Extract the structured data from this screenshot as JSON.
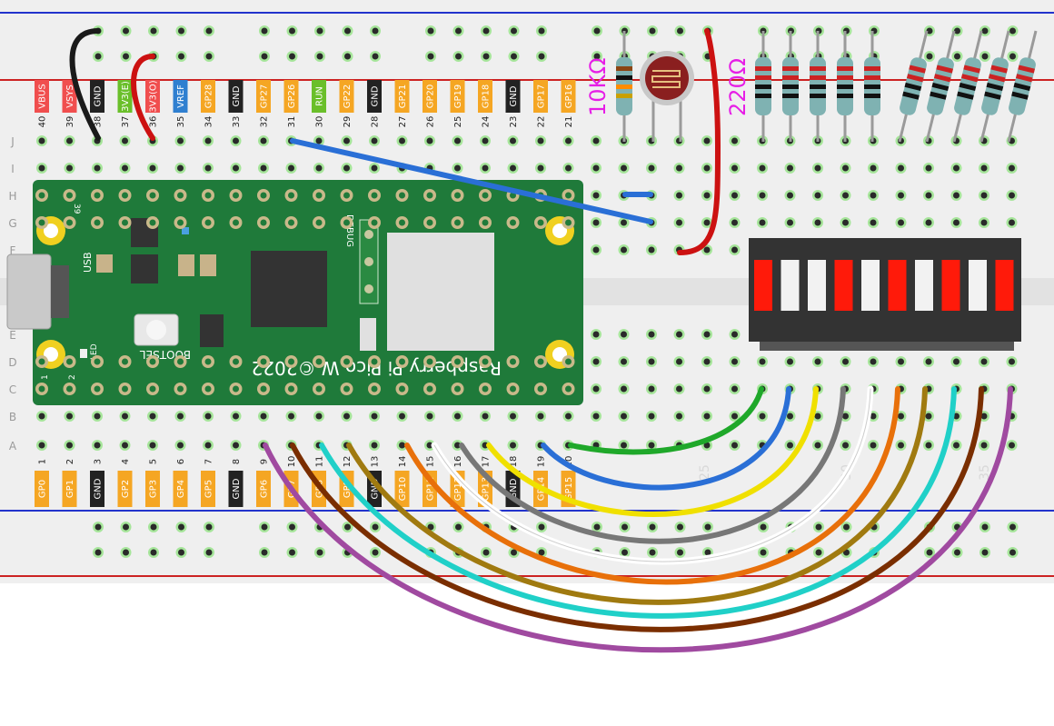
{
  "top_labels": [
    {
      "num": "40",
      "name": "VBUS",
      "color": "#f04e4e"
    },
    {
      "num": "39",
      "name": "VSYS",
      "color": "#f04e4e"
    },
    {
      "num": "38",
      "name": "GND",
      "color": "#222222"
    },
    {
      "num": "37",
      "name": "3V3(E)",
      "color": "#6abf2a"
    },
    {
      "num": "36",
      "name": "3V3(O)",
      "color": "#f04e4e"
    },
    {
      "num": "35",
      "name": "VREF",
      "color": "#2f7fd0"
    },
    {
      "num": "34",
      "name": "GP28",
      "color": "#f5a623"
    },
    {
      "num": "33",
      "name": "GND",
      "color": "#222222"
    },
    {
      "num": "32",
      "name": "GP27",
      "color": "#f5a623"
    },
    {
      "num": "31",
      "name": "GP26",
      "color": "#f5a623"
    },
    {
      "num": "30",
      "name": "RUN",
      "color": "#6abf2a"
    },
    {
      "num": "29",
      "name": "GP22",
      "color": "#f5a623"
    },
    {
      "num": "28",
      "name": "GND",
      "color": "#222222"
    },
    {
      "num": "27",
      "name": "GP21",
      "color": "#f5a623"
    },
    {
      "num": "26",
      "name": "GP20",
      "color": "#f5a623"
    },
    {
      "num": "25",
      "name": "GP19",
      "color": "#f5a623"
    },
    {
      "num": "24",
      "name": "GP18",
      "color": "#f5a623"
    },
    {
      "num": "23",
      "name": "GND",
      "color": "#222222"
    },
    {
      "num": "22",
      "name": "GP17",
      "color": "#f5a623"
    },
    {
      "num": "21",
      "name": "GP16",
      "color": "#f5a623"
    }
  ],
  "bottom_labels": [
    {
      "num": "1",
      "name": "GP0",
      "color": "#f5a623"
    },
    {
      "num": "2",
      "name": "GP1",
      "color": "#f5a623"
    },
    {
      "num": "3",
      "name": "GND",
      "color": "#222222"
    },
    {
      "num": "4",
      "name": "GP2",
      "color": "#f5a623"
    },
    {
      "num": "5",
      "name": "GP3",
      "color": "#f5a623"
    },
    {
      "num": "6",
      "name": "GP4",
      "color": "#f5a623"
    },
    {
      "num": "7",
      "name": "GP5",
      "color": "#f5a623"
    },
    {
      "num": "8",
      "name": "GND",
      "color": "#222222"
    },
    {
      "num": "9",
      "name": "GP6",
      "color": "#f5a623"
    },
    {
      "num": "10",
      "name": "GP7",
      "color": "#f5a623"
    },
    {
      "num": "11",
      "name": "GP8",
      "color": "#f5a623"
    },
    {
      "num": "12",
      "name": "GP9",
      "color": "#f5a623"
    },
    {
      "num": "13",
      "name": "GND",
      "color": "#222222"
    },
    {
      "num": "14",
      "name": "GP10",
      "color": "#f5a623"
    },
    {
      "num": "15",
      "name": "GP11",
      "color": "#f5a623"
    },
    {
      "num": "16",
      "name": "GP12",
      "color": "#f5a623"
    },
    {
      "num": "17",
      "name": "GP13",
      "color": "#f5a623"
    },
    {
      "num": "18",
      "name": "GND",
      "color": "#222222"
    },
    {
      "num": "19",
      "name": "GP14",
      "color": "#f5a623"
    },
    {
      "num": "20",
      "name": "GP15",
      "color": "#f5a623"
    }
  ],
  "row_letters_top": [
    "J",
    "I",
    "H",
    "G",
    "F"
  ],
  "row_letters_bottom": [
    "E",
    "D",
    "C",
    "B",
    "A"
  ],
  "board": {
    "title": "Raspberry Pi Pico W ©2022",
    "bootsel": "BOOTSEL",
    "usb": "USB",
    "led": "LED",
    "debug": "DEBUG",
    "pin_39": "39",
    "pin_1": "1",
    "pin_2": "2"
  },
  "resistor_labels": {
    "ldr_resistor": "10KΩ",
    "led_resistors": "220Ω"
  },
  "breadboard_column_numbers": [
    "25",
    "30",
    "35"
  ],
  "led_bar_segments": [
    "red",
    "white",
    "white",
    "red",
    "white",
    "red",
    "white",
    "red",
    "white",
    "red"
  ],
  "colors": {
    "board_green": "#1f7a3a",
    "rail_blue": "#2233cc",
    "rail_red": "#cc2222",
    "hole_green": "#a6e59a"
  }
}
